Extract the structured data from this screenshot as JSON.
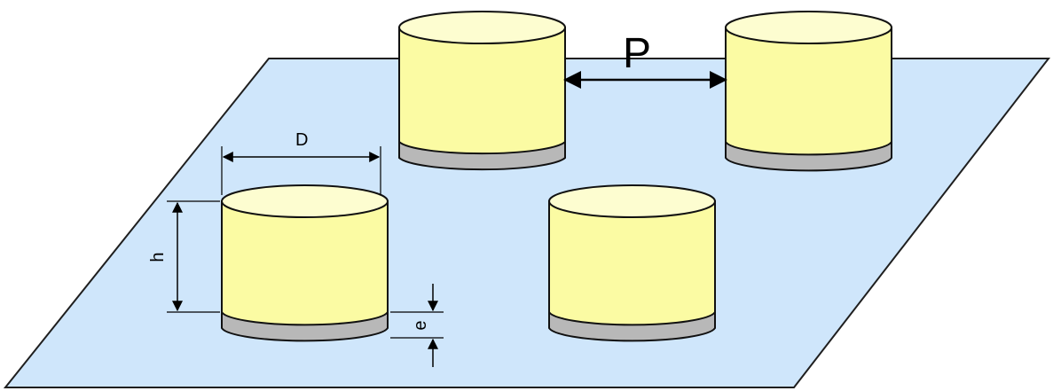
{
  "labels": {
    "pitch": "P",
    "diameter": "D",
    "height": "h",
    "base_thickness": "e"
  },
  "colors": {
    "substrate_fill": "#cfe6fb",
    "substrate_stroke": "#1f1f1f",
    "pillar_side": "#fbfba3",
    "pillar_top": "#fdfdd0",
    "base_fill": "#b8b8b8",
    "outline": "#111111",
    "arrow": "#000000"
  },
  "elements": {
    "substrate": "substrate-plane",
    "pillars": [
      "pillar-top-left",
      "pillar-top-right",
      "pillar-bottom-left",
      "pillar-bottom-right"
    ]
  }
}
